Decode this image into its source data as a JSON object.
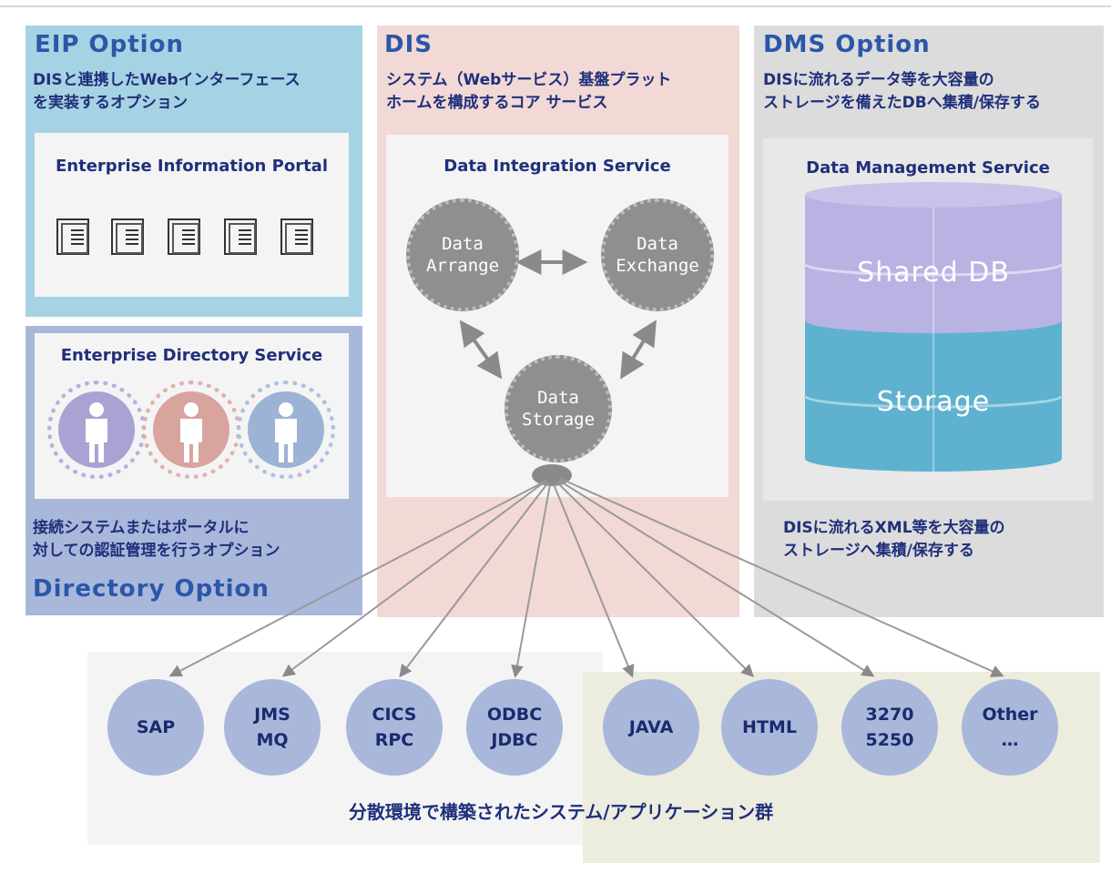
{
  "eip": {
    "title": "EIP Option",
    "desc": "DISと連携したWebインターフェース\nを実装するオプション",
    "inner_title": "Enterprise Information Portal",
    "icons": [
      "portal-page-icon",
      "portal-page-icon",
      "portal-page-icon",
      "portal-page-icon",
      "portal-page-icon"
    ]
  },
  "directory": {
    "inner_title": "Enterprise Directory Service",
    "desc": "接続システムまたはポータルに\n対しての認証管理を行うオプション",
    "title": "Directory Option",
    "users": [
      {
        "icon": "user-icon",
        "color": "#a9a3d4",
        "ring": "#b7b0dd"
      },
      {
        "icon": "user-icon",
        "color": "#d9a39e",
        "ring": "#e0b2ad"
      },
      {
        "icon": "user-icon",
        "color": "#9cb3d6",
        "ring": "#aec1df"
      }
    ]
  },
  "dis": {
    "title": "DIS",
    "desc": "システム（Webサービス）基盤プラット\nホームを構成するコア サービス",
    "inner_title": "Data Integration Service",
    "nodes": {
      "arrange": "Data\nArrange",
      "exchange": "Data\nExchange",
      "storage": "Data\nStorage"
    }
  },
  "dms": {
    "title": "DMS Option",
    "desc": "DISに流れるデータ等を大容量の\nストレージを備えたDBへ集積/保存する",
    "inner_title": "Data Management Service",
    "shared_db": "Shared DB",
    "storage": "Storage",
    "storage_desc": "DISに流れるXML等を大容量の\nストレージへ集積/保存する"
  },
  "systems": {
    "items": [
      "SAP",
      "JMS\nMQ",
      "CICS\nRPC",
      "ODBC\nJDBC",
      "JAVA",
      "HTML",
      "3270\n5250",
      "Other\n…"
    ],
    "caption": "分散環境で構築されたシステム/アプリケーション群"
  },
  "colors": {
    "eip_bg": "#a6d3e3",
    "directory_bg": "#a9b7db",
    "dis_bg": "#f2d9d6",
    "dms_bg": "#dcdcdc",
    "title_blue": "#2b57a8",
    "text_navy": "#1f2f7a",
    "db_purple": "#b8b3e3",
    "db_teal": "#5fb2cf",
    "node_gray": "#8f8f8f",
    "system_circle": "#a9b7db"
  }
}
